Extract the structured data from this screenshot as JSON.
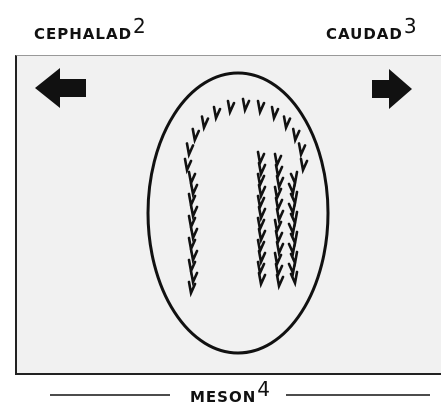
{
  "labels": {
    "left": "CEPHALAD",
    "left_note": "2",
    "right": "CAUDAD",
    "right_note": "3",
    "bottom": "MESON",
    "bottom_note": "4"
  },
  "colors": {
    "ink": "#111111",
    "panel": "#f1f1f1"
  },
  "icons": {
    "left_arrow": "arrow-left-icon",
    "right_arrow": "arrow-right-icon"
  }
}
